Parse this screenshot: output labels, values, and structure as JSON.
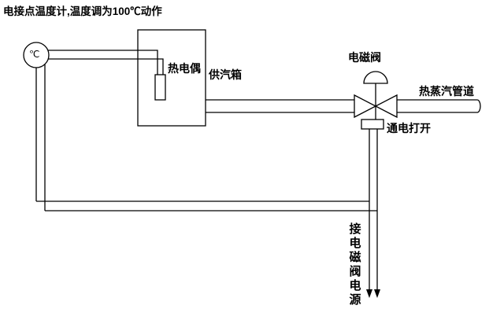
{
  "diagram": {
    "title": "电接点温度计,温度调为100℃动作",
    "thermometer_symbol": "℃",
    "labels": {
      "thermocouple": "热电偶",
      "steam_box": "供汽箱",
      "solenoid_valve": "电磁阀",
      "steam_pipe": "热蒸汽管道",
      "energize_open": "通电打开",
      "power_supply": "接电磁阀电源"
    },
    "colors": {
      "line": "#000000",
      "background": "#ffffff"
    }
  }
}
